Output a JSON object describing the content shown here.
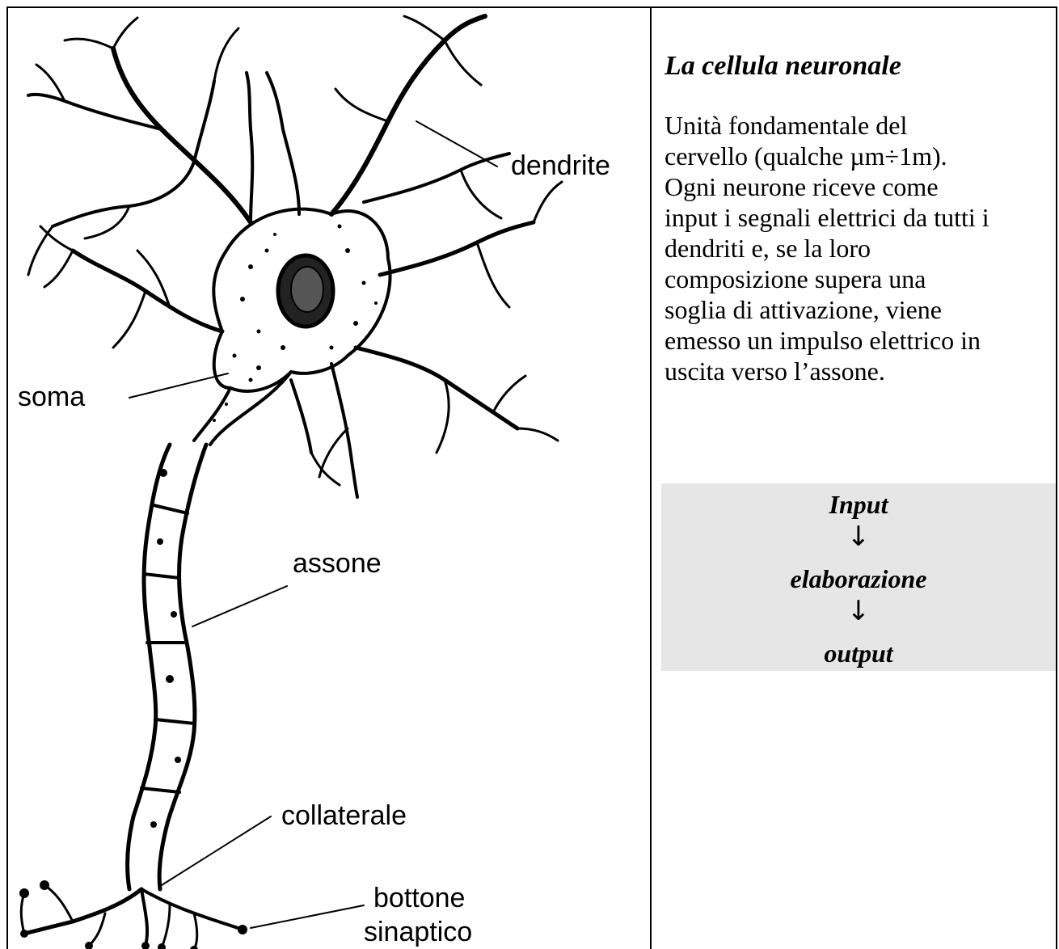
{
  "diagram": {
    "labels": {
      "dendrite": "dendrite",
      "soma": "soma",
      "assone": "assone",
      "collaterale": "collaterale",
      "bottone": "bottone",
      "sinaptico": "sinaptico"
    }
  },
  "panel": {
    "title": "La cellula neuronale",
    "line1": "Unità fondamentale del",
    "line2": "cervello (qualche µm÷1m).",
    "line3": "Ogni neurone riceve come",
    "line4": "input i segnali elettrici da tutti i",
    "line5": "dendriti e, se la loro",
    "line6": "composizione supera una",
    "line7": "soglia di attivazione, viene",
    "line8": "emesso un impulso elettrico in",
    "line9": "uscita verso l’assone."
  },
  "flow": {
    "step1": "Input",
    "arrow": "↓",
    "step2": "elaborazione",
    "step3": "output"
  },
  "colors": {
    "ink": "#000000",
    "flow_background": "#e6e6e6"
  }
}
